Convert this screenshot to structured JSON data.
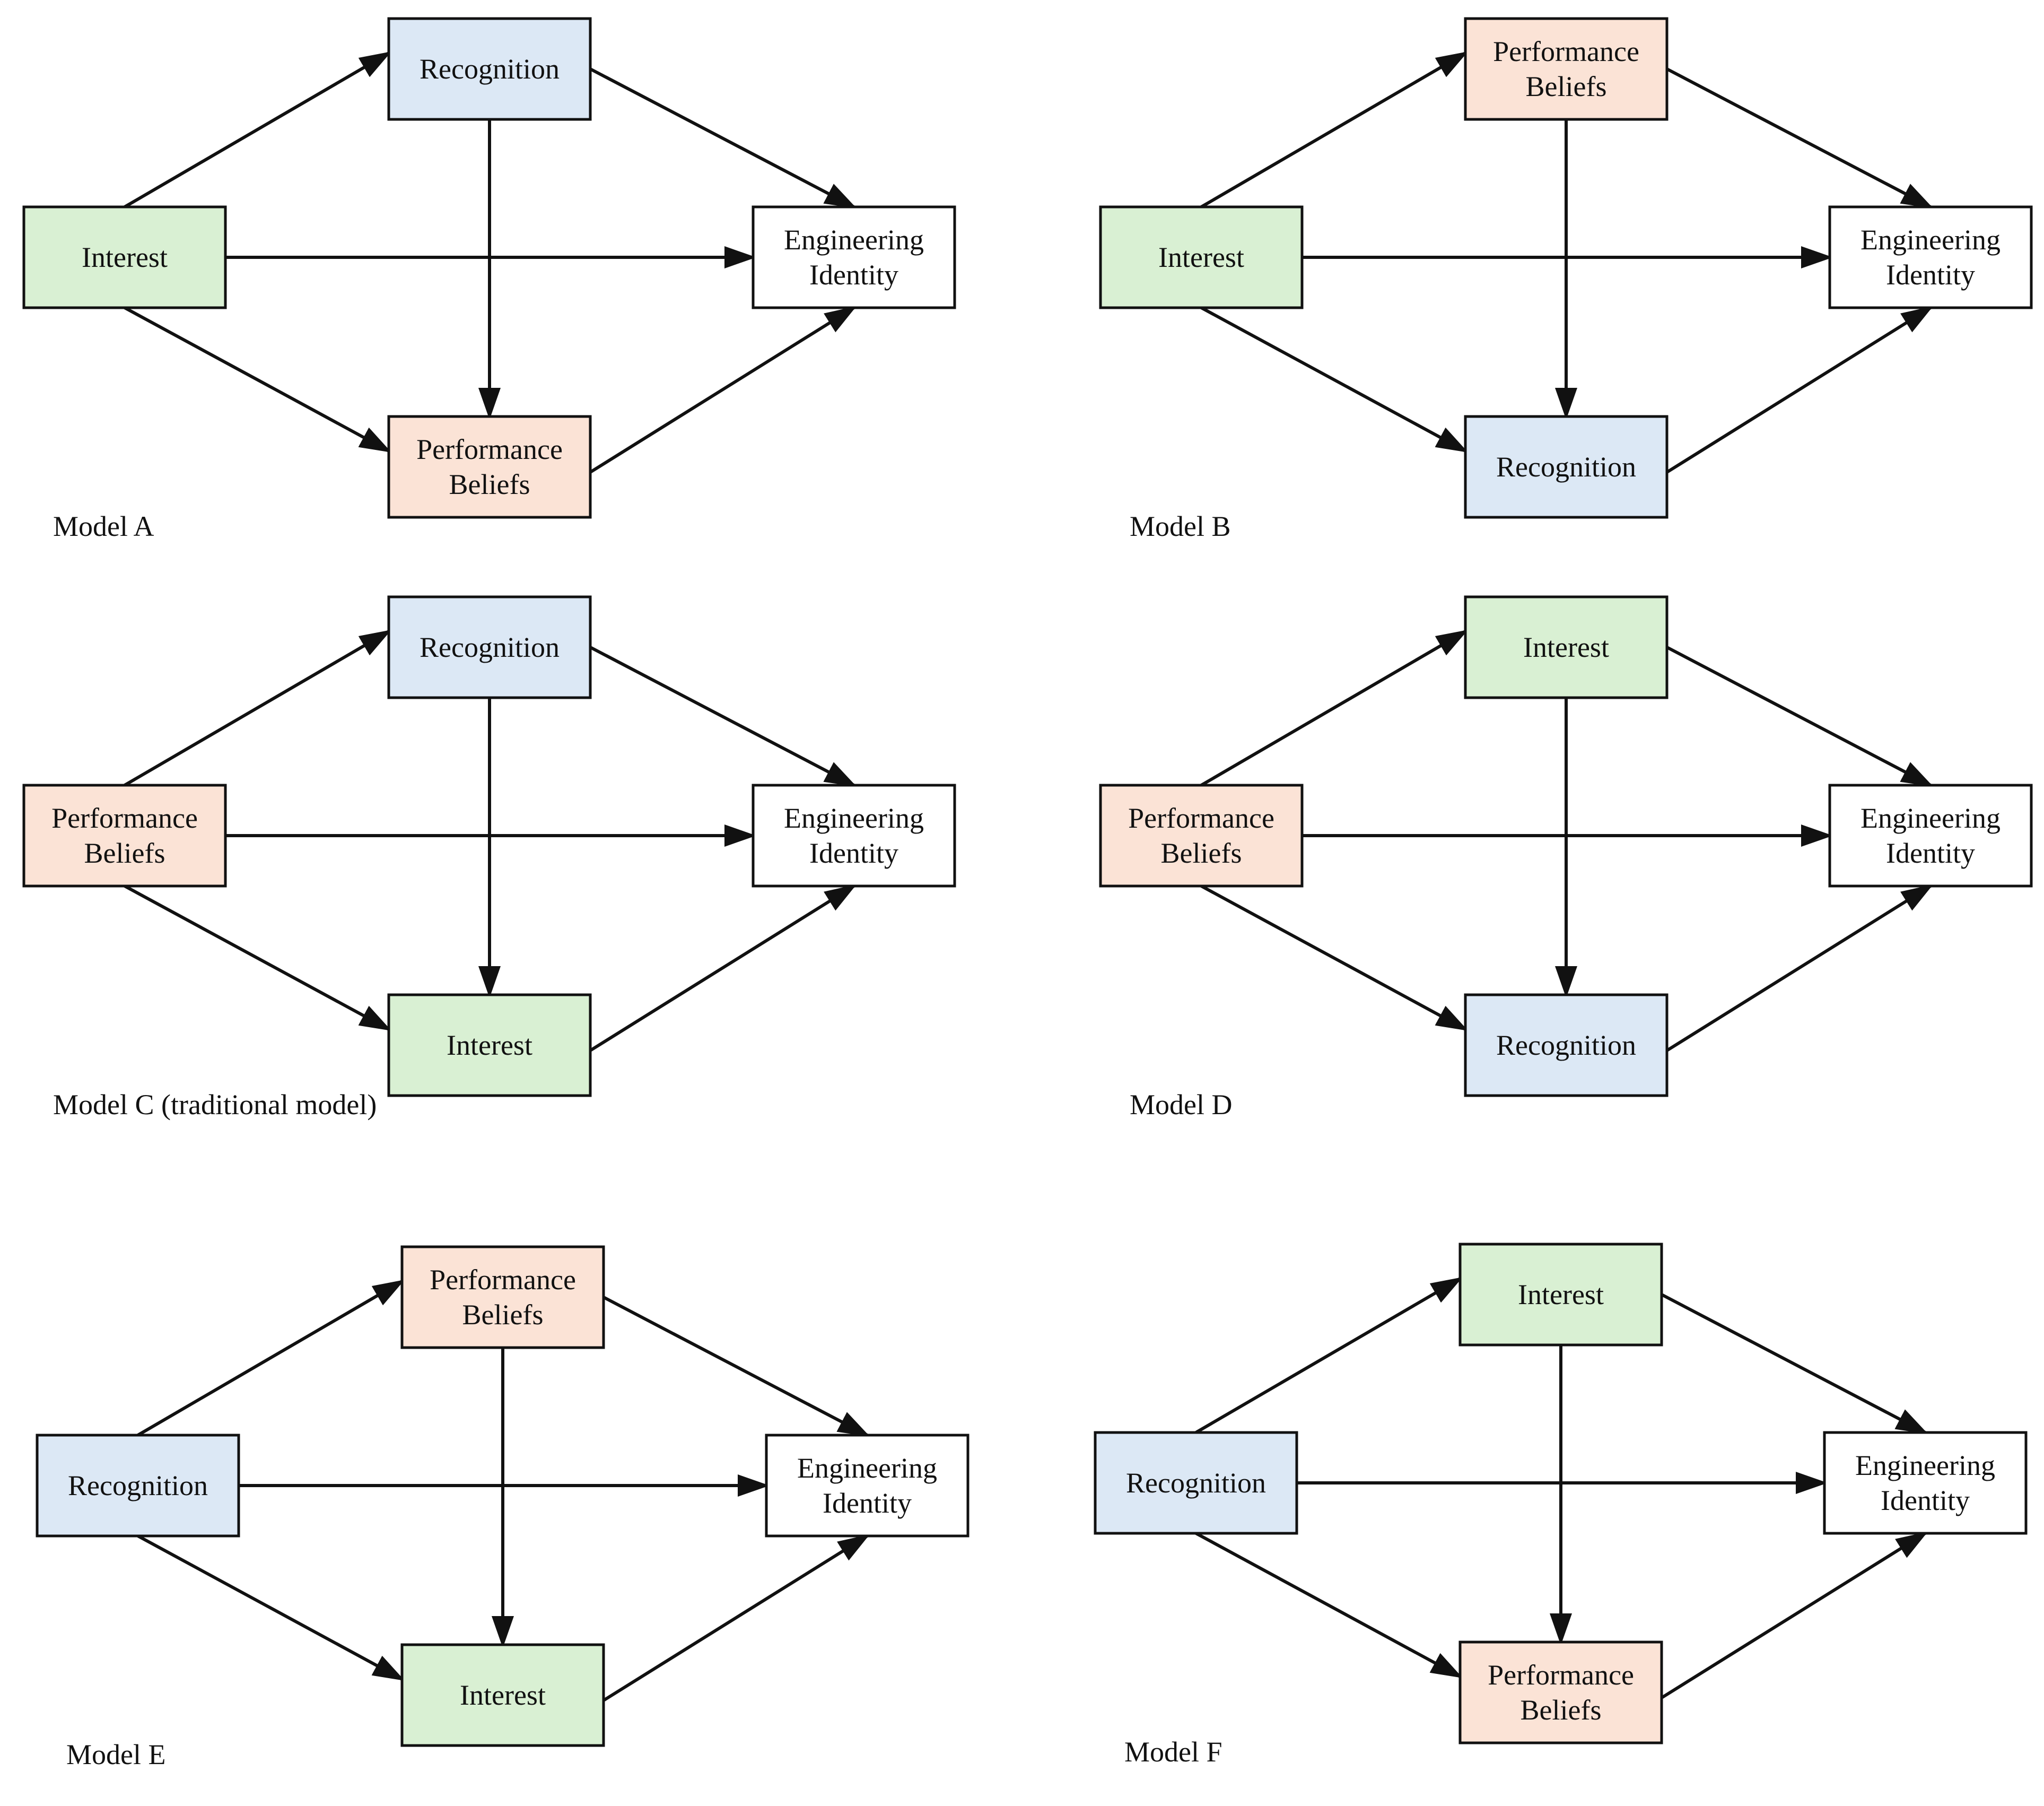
{
  "colors": {
    "Interest": "#d9f0d3",
    "Recognition": "#dce8f5",
    "Performance Beliefs": "#fbe3d6",
    "Engineering Identity": "#ffffff",
    "line": "#111111"
  },
  "models": [
    {
      "caption": "Model A",
      "left": {
        "text": "Interest",
        "construct": "Interest"
      },
      "top": {
        "text": "Recognition",
        "construct": "Recognition"
      },
      "bottom": {
        "text": "Performance Beliefs",
        "construct": "Performance Beliefs"
      },
      "right": {
        "text": "Engineering Identity",
        "construct": "Engineering Identity"
      }
    },
    {
      "caption": "Model B",
      "left": {
        "text": "Interest",
        "construct": "Interest"
      },
      "top": {
        "text": "Performance Beliefs",
        "construct": "Performance Beliefs"
      },
      "bottom": {
        "text": "Recognition",
        "construct": "Recognition"
      },
      "right": {
        "text": "Engineering Identity",
        "construct": "Engineering Identity"
      }
    },
    {
      "caption": "Model C (traditional model)",
      "left": {
        "text": "Performance Beliefs",
        "construct": "Performance Beliefs"
      },
      "top": {
        "text": "Recognition",
        "construct": "Recognition"
      },
      "bottom": {
        "text": "Interest",
        "construct": "Interest"
      },
      "right": {
        "text": "Engineering Identity",
        "construct": "Engineering Identity"
      }
    },
    {
      "caption": "Model D",
      "left": {
        "text": "Performance Beliefs",
        "construct": "Performance Beliefs"
      },
      "top": {
        "text": "Interest",
        "construct": "Interest"
      },
      "bottom": {
        "text": "Recognition",
        "construct": "Recognition"
      },
      "right": {
        "text": "Engineering Identity",
        "construct": "Engineering Identity"
      }
    },
    {
      "caption": "Model E",
      "left": {
        "text": "Recognition",
        "construct": "Recognition"
      },
      "top": {
        "text": "Performance Beliefs",
        "construct": "Performance Beliefs"
      },
      "bottom": {
        "text": "Interest",
        "construct": "Interest"
      },
      "right": {
        "text": "Engineering Identity",
        "construct": "Engineering Identity"
      }
    },
    {
      "caption": "Model F",
      "left": {
        "text": "Recognition",
        "construct": "Recognition"
      },
      "top": {
        "text": "Interest",
        "construct": "Interest"
      },
      "bottom": {
        "text": "Performance Beliefs",
        "construct": "Performance Beliefs"
      },
      "right": {
        "text": "Engineering Identity",
        "construct": "Engineering Identity"
      }
    }
  ]
}
